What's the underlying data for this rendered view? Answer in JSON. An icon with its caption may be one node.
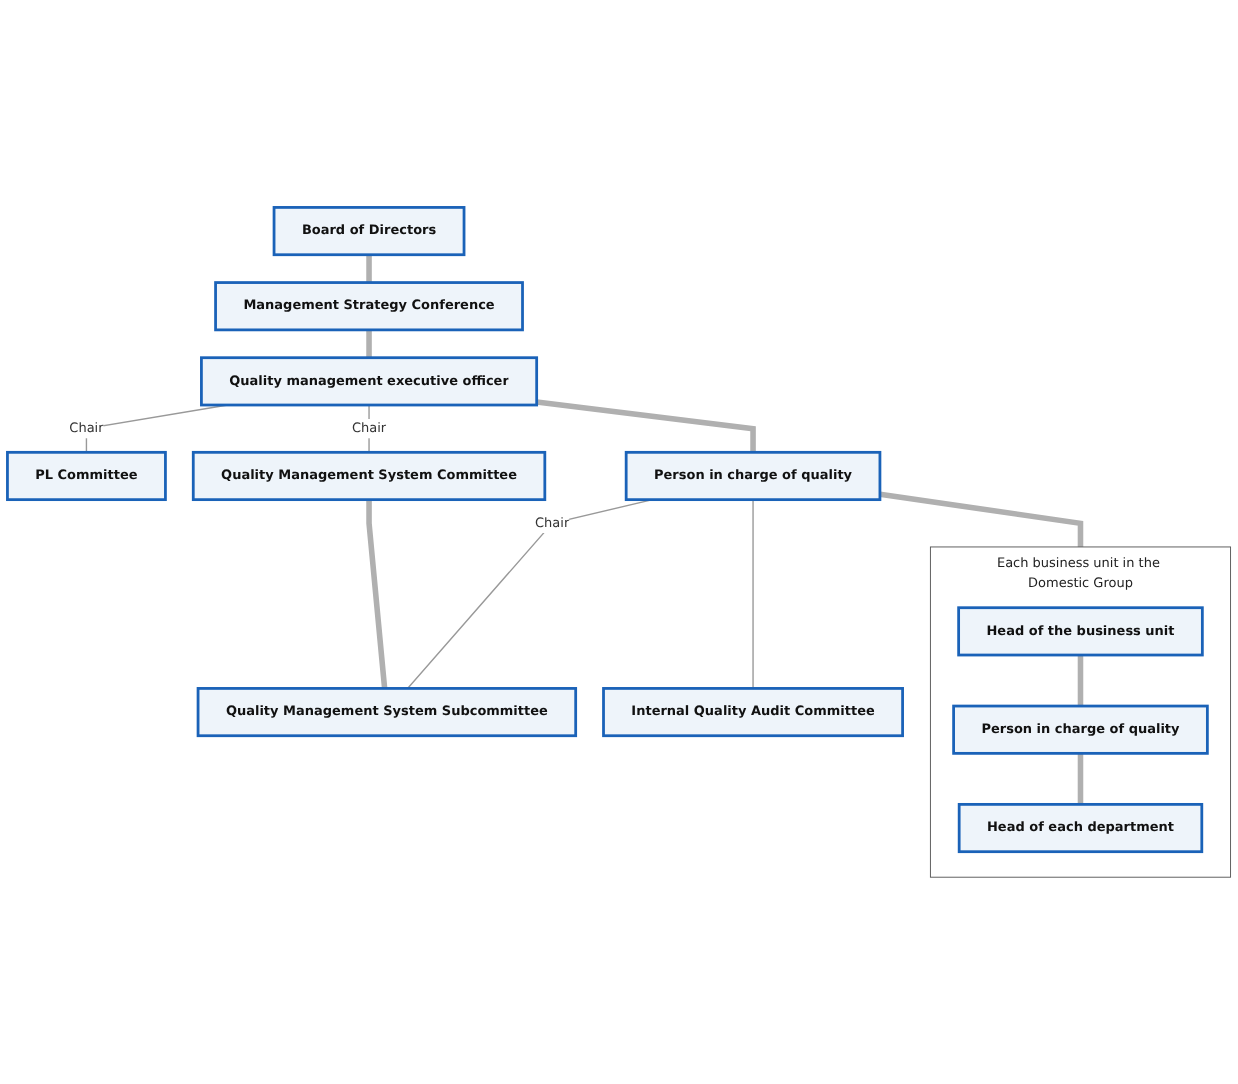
{
  "diagram": {
    "nodes": [
      {
        "text": [
          "Board of Directors"
        ]
      },
      {
        "text": [
          "Management Strategy Conference"
        ]
      },
      {
        "text": [
          "PL Committee"
        ]
      },
      {
        "text": [
          "Quality management executive officer"
        ]
      },
      {
        "text": [
          "Quality Management System Committee"
        ]
      },
      {
        "text": [
          "Person in charge of quality"
        ]
      },
      {
        "text": [
          "Quality Management System Subcommittee"
        ]
      },
      {
        "text": [
          "Internal Quality Audit Committee"
        ]
      },
      {
        "text": [
          "Each business unit in the Domestic Group"
        ]
      },
      {
        "text": [
          "Head of the business unit"
        ],
        "in": 8
      },
      {
        "text": [
          "Person in charge of quality"
        ],
        "in": 8
      },
      {
        "text": [
          "Head of each department"
        ],
        "in": 8
      }
    ],
    "edges": [
      {
        "from": 0,
        "to": 1,
        "arrow": "none"
      },
      {
        "from": 1,
        "to": 3,
        "arrow": "none"
      },
      {
        "from": 3,
        "to": 2,
        "arrow": "none",
        "label": "Chair",
        "color": "#999999"
      },
      {
        "from": 3,
        "to": 4,
        "arrow": "none",
        "label": "Chair",
        "color": "#999999"
      },
      {
        "from": 3,
        "to": 5,
        "arrow": "none"
      },
      {
        "from": 4,
        "to": 6,
        "arrow": "none"
      },
      {
        "from": 5,
        "to": 6,
        "arrow": "none",
        "label": "Chair",
        "color": "#999999"
      },
      {
        "from": 5,
        "to": 7,
        "arrow": "none",
        "color": "#999999"
      },
      {
        "from": 5,
        "to": 8,
        "arrow": "none"
      },
      {
        "from": 9,
        "to": 10,
        "arrow": "none"
      },
      {
        "from": 10,
        "to": 11,
        "arrow": "none"
      }
    ]
  }
}
